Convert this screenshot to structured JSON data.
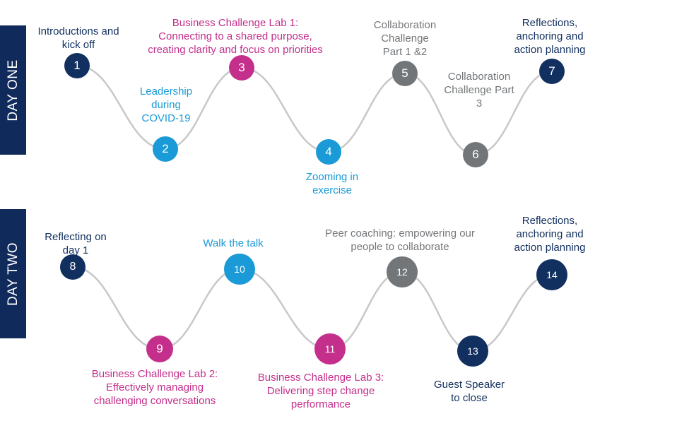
{
  "colors": {
    "navy": "#12305f",
    "blue": "#1a9ad6",
    "magenta": "#c42f8b",
    "gray": "#737679",
    "line": "#c8c8c8"
  },
  "days": [
    {
      "label": "DAY ONE",
      "steps": [
        {
          "num": "1",
          "color": "navy",
          "text": "Introductions and\nkick off"
        },
        {
          "num": "2",
          "color": "blue",
          "text": "Leadership\nduring\nCOVID-19"
        },
        {
          "num": "3",
          "color": "magenta",
          "text": "Business Challenge Lab 1:\nConnecting to a shared purpose,\ncreating clarity and focus on priorities"
        },
        {
          "num": "4",
          "color": "blue",
          "text": "Zooming in\nexercise"
        },
        {
          "num": "5",
          "color": "gray",
          "text": "Collaboration\nChallenge\nPart 1 &2"
        },
        {
          "num": "6",
          "color": "gray",
          "text": "Collaboration\nChallenge Part\n3"
        },
        {
          "num": "7",
          "color": "navy",
          "text": "Reflections,\nanchoring and\naction planning"
        }
      ]
    },
    {
      "label": "DAY TWO",
      "steps": [
        {
          "num": "8",
          "color": "navy",
          "text": "Reflecting on\nday 1"
        },
        {
          "num": "9",
          "color": "magenta",
          "text": "Business Challenge Lab 2:\nEffectively managing\nchallenging conversations"
        },
        {
          "num": "10",
          "color": "blue",
          "text": "Walk the talk"
        },
        {
          "num": "11",
          "color": "magenta",
          "text": "Business Challenge Lab 3:\nDelivering step change\nperformance"
        },
        {
          "num": "12",
          "color": "gray",
          "text": "Peer coaching: empowering our\npeople to collaborate"
        },
        {
          "num": "13",
          "color": "navy",
          "text": "Guest Speaker\nto close"
        },
        {
          "num": "14",
          "color": "navy",
          "text": "Reflections,\nanchoring and\naction planning"
        }
      ]
    }
  ]
}
